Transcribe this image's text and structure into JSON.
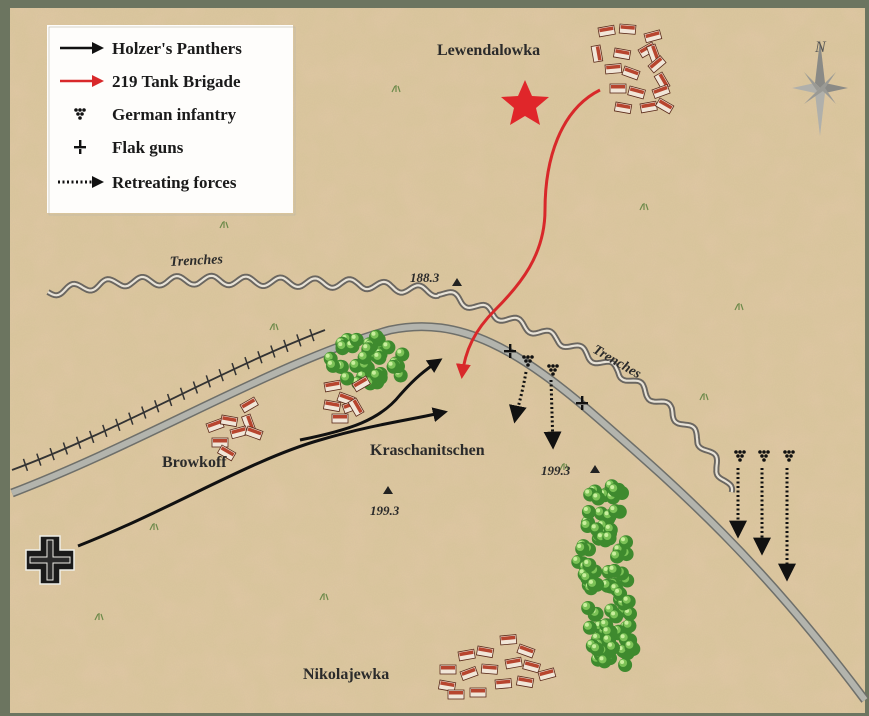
{
  "legend": {
    "items": [
      {
        "label": "Holzer's Panthers",
        "symbol": "solid-arrow",
        "color": "#111111"
      },
      {
        "label": "219 Tank Brigade",
        "symbol": "solid-arrow",
        "color": "#d8282a"
      },
      {
        "label": "German infantry",
        "symbol": "infantry-marker",
        "color": "#111111"
      },
      {
        "label": "Flak guns",
        "symbol": "flak-marker",
        "color": "#111111"
      },
      {
        "label": "Retreating forces",
        "symbol": "dotted-arrow",
        "color": "#111111"
      }
    ]
  },
  "places": {
    "lewendalowka": "Lewendalowka",
    "browkoff": "Browkoff",
    "kraschanitschen": "Kraschanitschen",
    "nikolajewka": "Nikolajewka"
  },
  "elevations": {
    "h1": "188.3",
    "h2": "199.3",
    "h3": "199.3"
  },
  "trenches": {
    "label1": "Trenches",
    "label2": "Trenches"
  },
  "compass": {
    "north": "N"
  },
  "colors": {
    "terrain": "#d8c49a",
    "road": "#a9aaa3",
    "forest": "#3e8a2e",
    "soviet_arrow": "#d8282a",
    "german_arrow": "#111111"
  },
  "icons": [
    "german-cross-icon",
    "red-star-icon",
    "compass-rose-icon",
    "building-cluster-icon",
    "forest-icon",
    "railway-icon"
  ]
}
